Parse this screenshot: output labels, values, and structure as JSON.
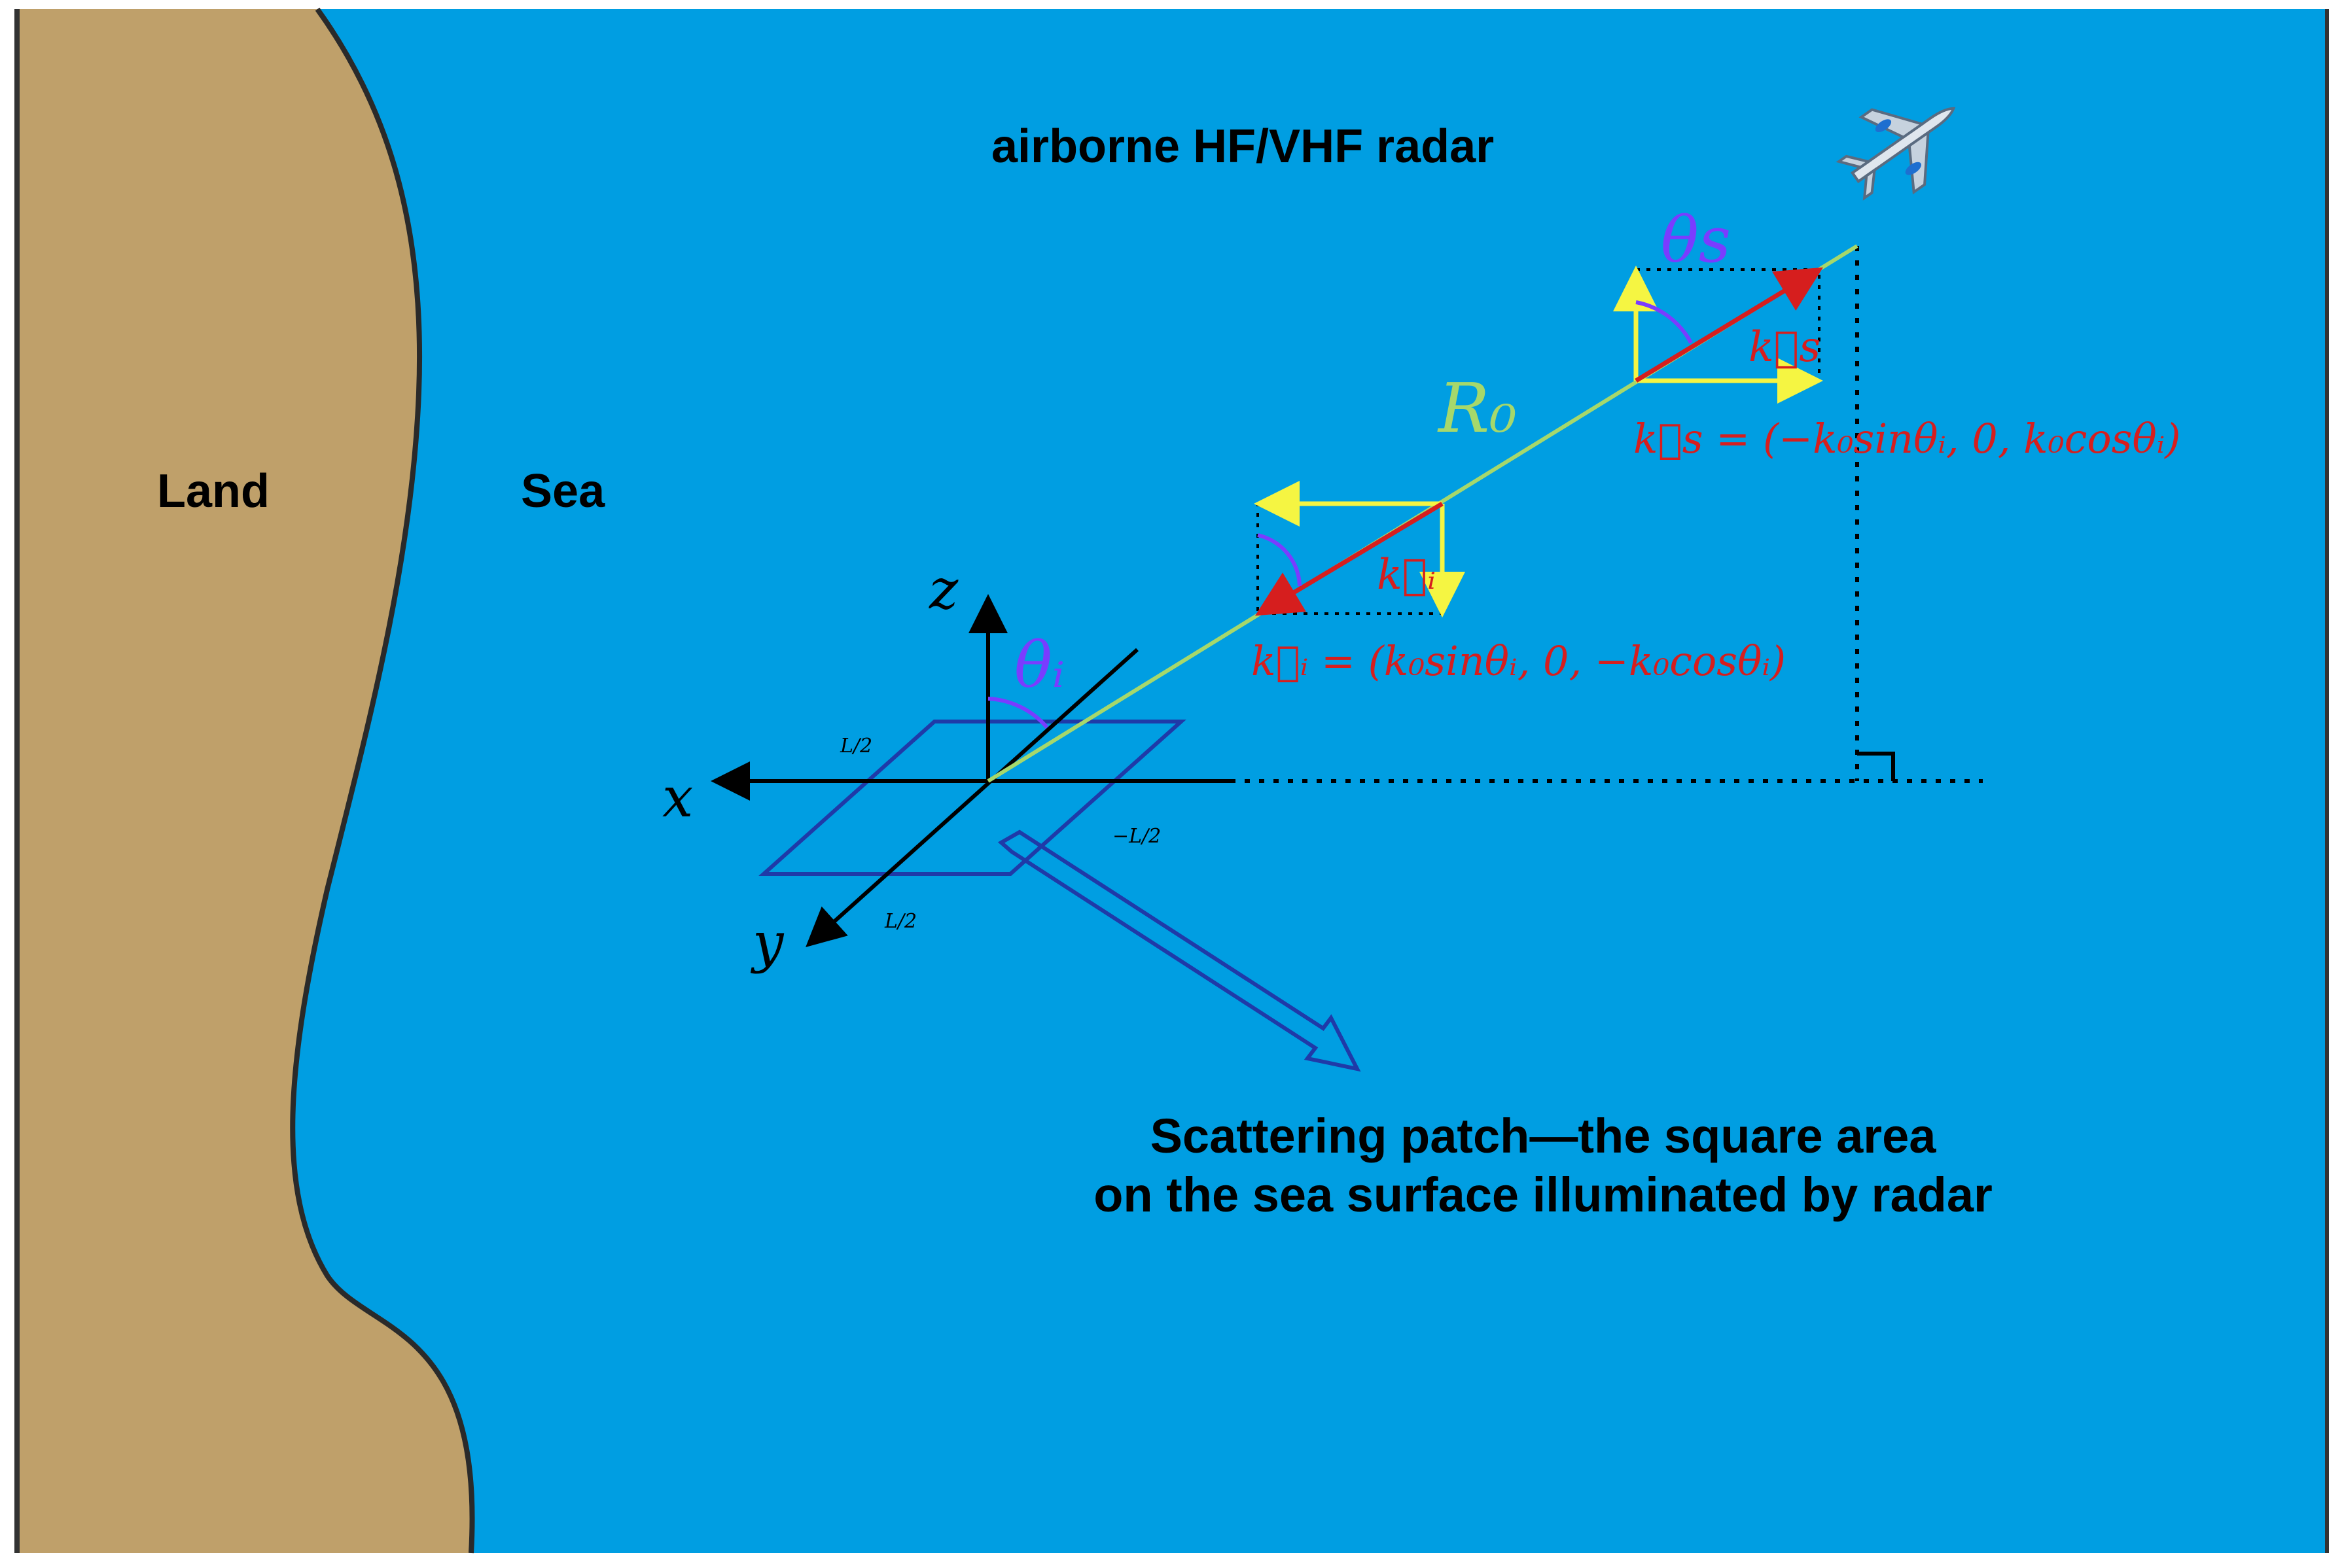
{
  "title": "airborne HF/VHF radar",
  "regions": {
    "land": "Land",
    "sea": "Sea"
  },
  "caption": {
    "line1": "Scattering patch—the square area",
    "line2": "on the sea surface illuminated by radar"
  },
  "axes": {
    "x": "x",
    "y": "y",
    "z": "z"
  },
  "patch_labels": {
    "half_l": "L/2",
    "neg_half_l": "−L/2"
  },
  "angles": {
    "theta_i": "θᵢ",
    "theta_s": "θs"
  },
  "range_label": "R₀",
  "vectors": {
    "k_i": "k⃗ᵢ",
    "k_s": "k⃗s",
    "k_i_eq": "k⃗ᵢ = (k₀sinθᵢ, 0, −k₀cosθᵢ)",
    "k_s_eq": "k⃗s = (−k₀sinθᵢ, 0, k₀cosθᵢ)"
  },
  "icons": {
    "aircraft": "airplane-icon",
    "right_angle": "right-angle-marker"
  },
  "colors": {
    "sea": "#009ee2",
    "land": "#bfa06a",
    "coast": "#2a2a2a",
    "beam": "#a6d86b",
    "vector": "#d61e1e",
    "component": "#f5f542",
    "angle": "#7a3cff",
    "patch": "#1f3aa8",
    "text": "#000000"
  }
}
